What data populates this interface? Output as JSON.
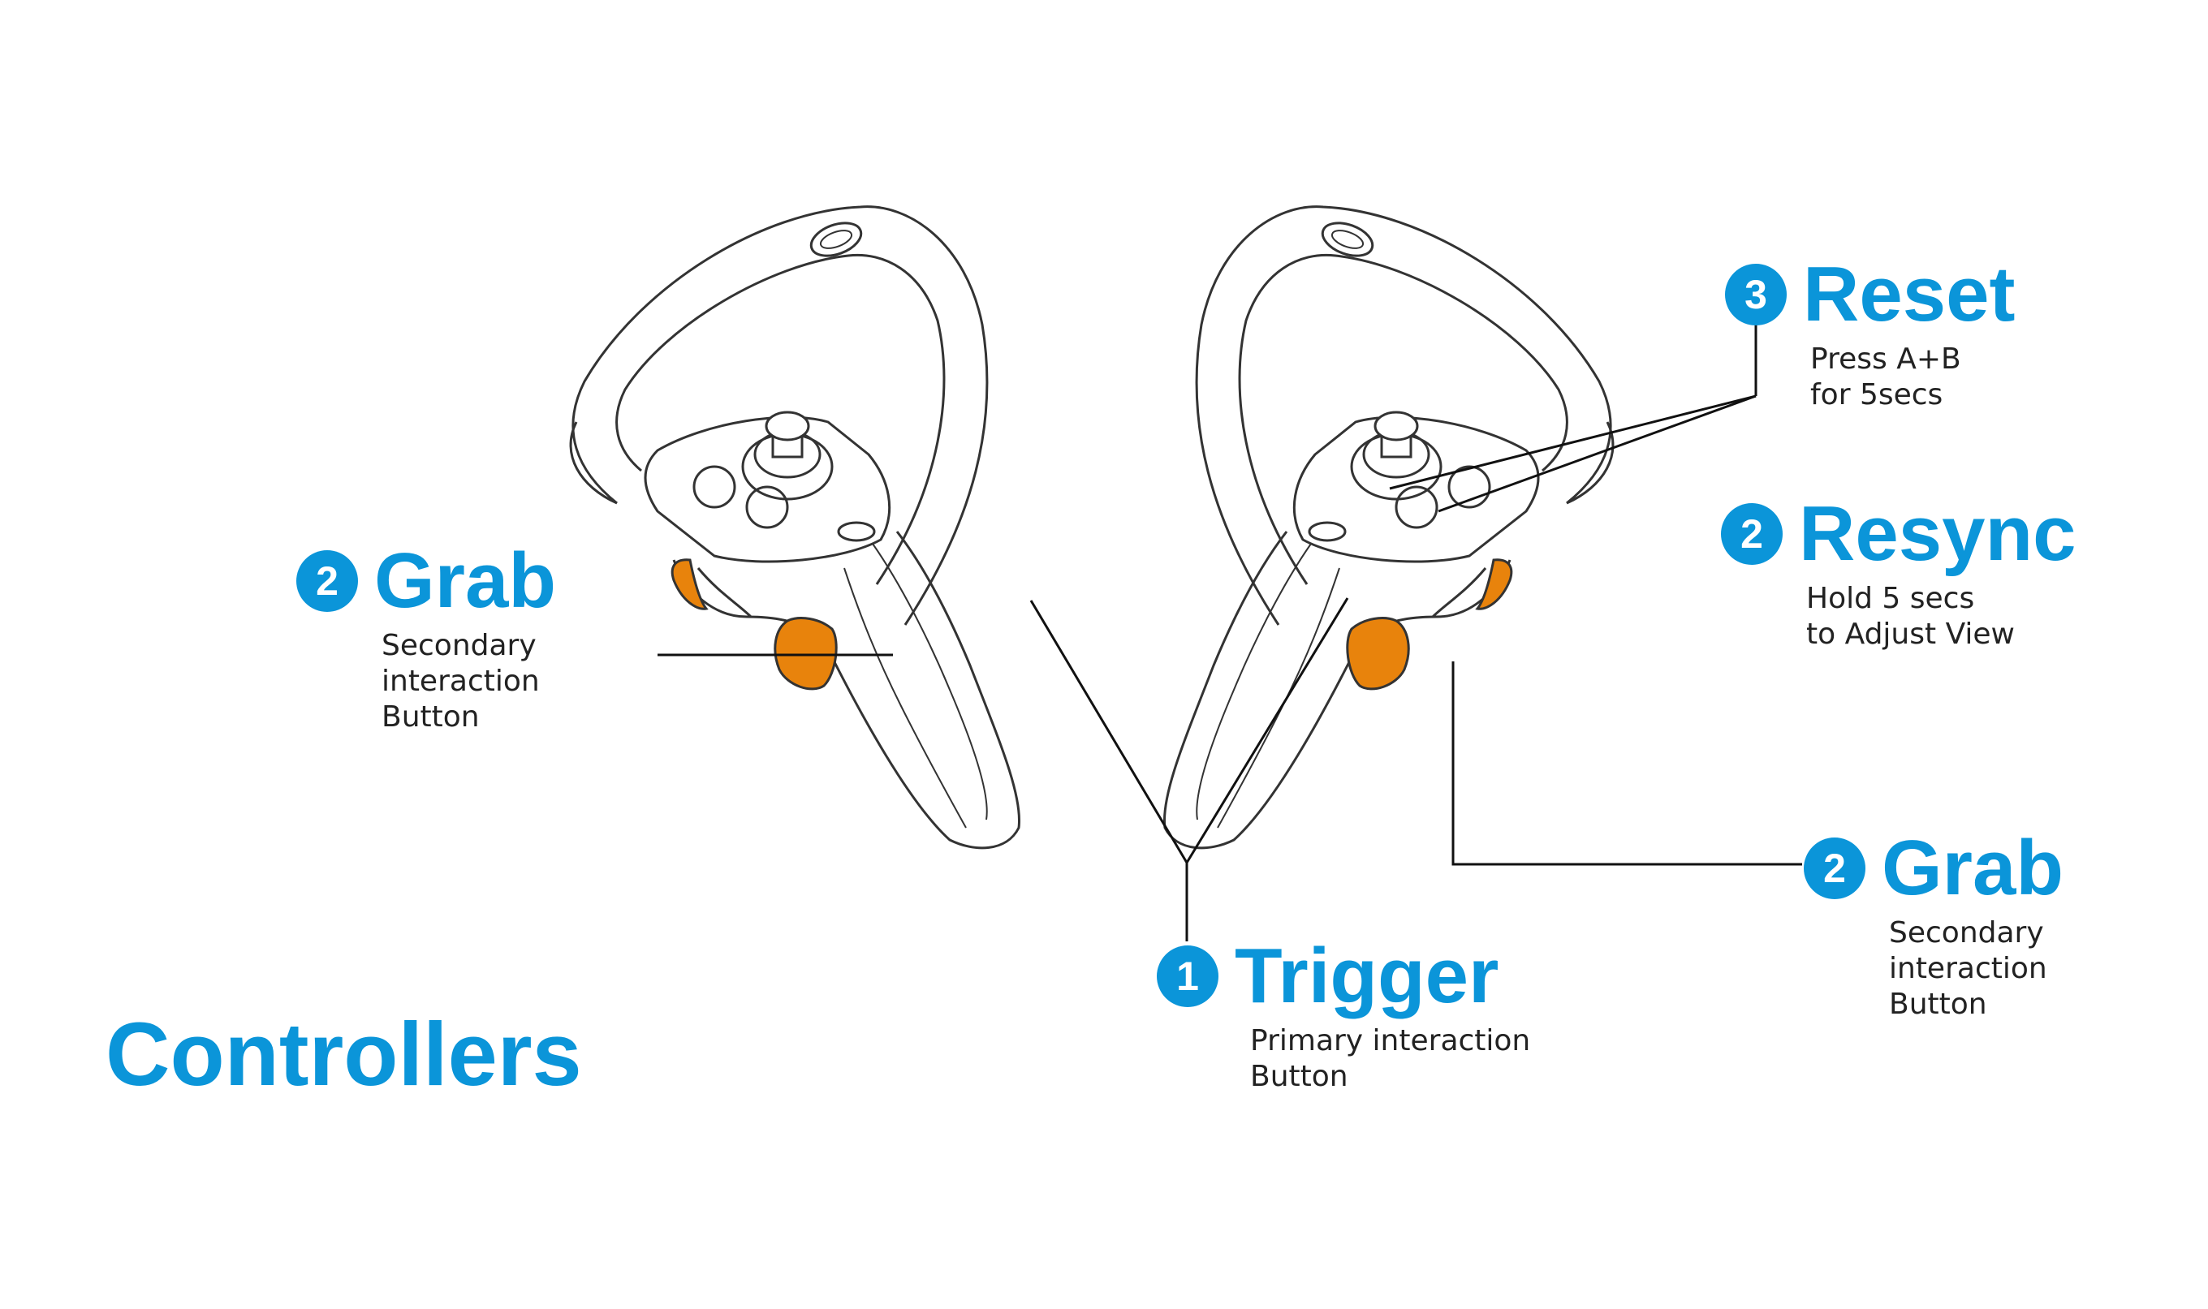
{
  "heading": "Controllers",
  "colors": {
    "accent": "#0b95d9",
    "highlight": "#e8830c",
    "outline": "#333333"
  },
  "icons": {
    "left_controller": "left-vr-controller-icon",
    "right_controller": "right-vr-controller-icon"
  },
  "callouts": {
    "grab_left": {
      "number": "2",
      "title": "Grab",
      "description": "Secondary\ninteraction\nButton"
    },
    "reset": {
      "number": "3",
      "title": "Reset",
      "description": "Press A+B\nfor 5secs"
    },
    "resync": {
      "number": "2",
      "title": "Resync",
      "description": "Hold 5 secs\nto Adjust View"
    },
    "grab_right": {
      "number": "2",
      "title": "Grab",
      "description": "Secondary\ninteraction\nButton"
    },
    "trigger": {
      "number": "1",
      "title": "Trigger",
      "description": "Primary interaction\nButton"
    }
  }
}
